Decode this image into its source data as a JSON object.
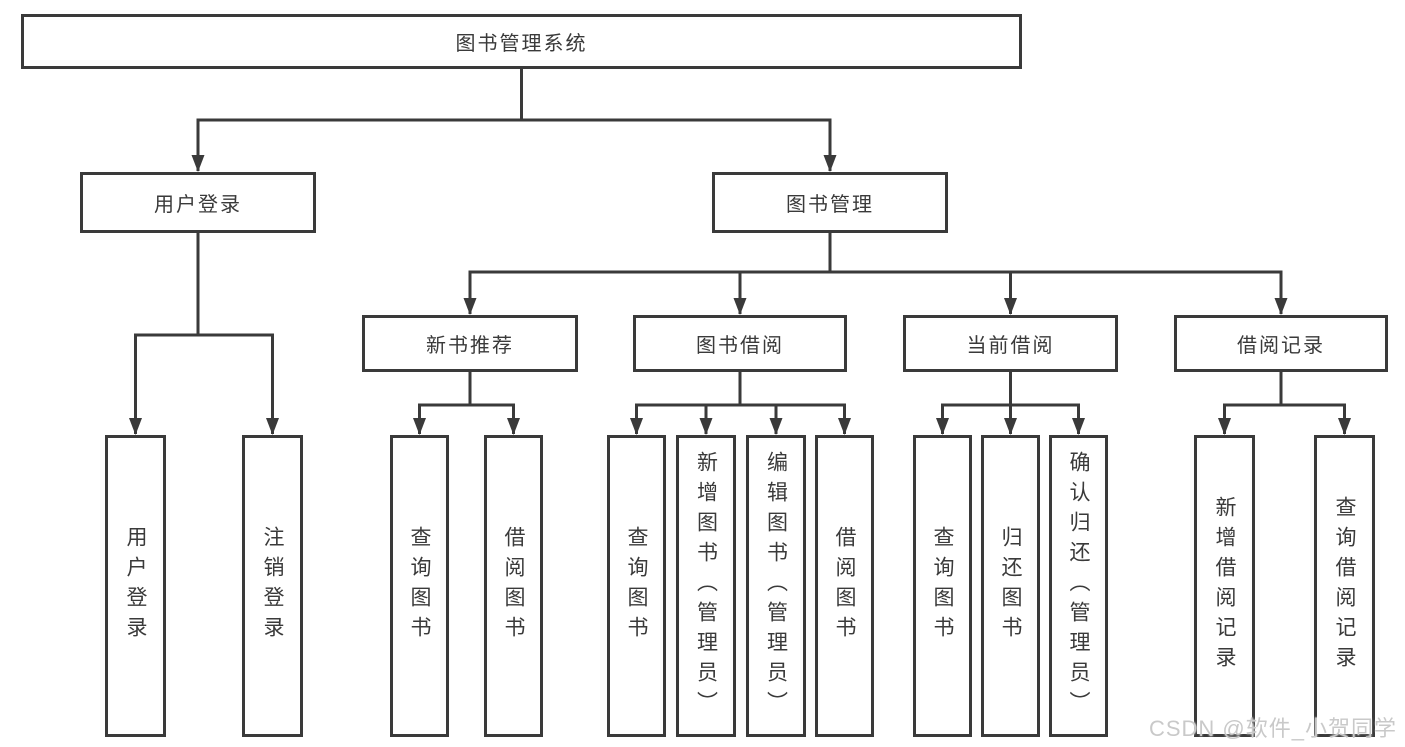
{
  "diagram": {
    "type": "hierarchy",
    "title": "图书管理系统"
  },
  "hierarchy": {
    "label": "图书管理系统",
    "children": [
      {
        "label": "用户登录",
        "children": [
          {
            "label": "用户登录"
          },
          {
            "label": "注销登录"
          }
        ]
      },
      {
        "label": "图书管理",
        "children": [
          {
            "label": "新书推荐",
            "children": [
              {
                "label": "查询图书"
              },
              {
                "label": "借阅图书"
              }
            ]
          },
          {
            "label": "图书借阅",
            "children": [
              {
                "label": "查询图书"
              },
              {
                "label": "新增图书（管理员）"
              },
              {
                "label": "编辑图书（管理员）"
              },
              {
                "label": "借阅图书"
              }
            ]
          },
          {
            "label": "当前借阅",
            "children": [
              {
                "label": "查询图书"
              },
              {
                "label": "归还图书"
              },
              {
                "label": "确认归还（管理员）"
              }
            ]
          },
          {
            "label": "借阅记录",
            "children": [
              {
                "label": "新增借阅记录"
              },
              {
                "label": "查询借阅记录"
              }
            ]
          }
        ]
      }
    ]
  },
  "watermark": {
    "text": "CSDN @软件_小贺同学"
  },
  "colors": {
    "border": "#3a3a3a",
    "line": "#3a3a3a",
    "text": "#3a3a3a",
    "background": "#ffffff",
    "watermark": "#c9c9c9"
  }
}
